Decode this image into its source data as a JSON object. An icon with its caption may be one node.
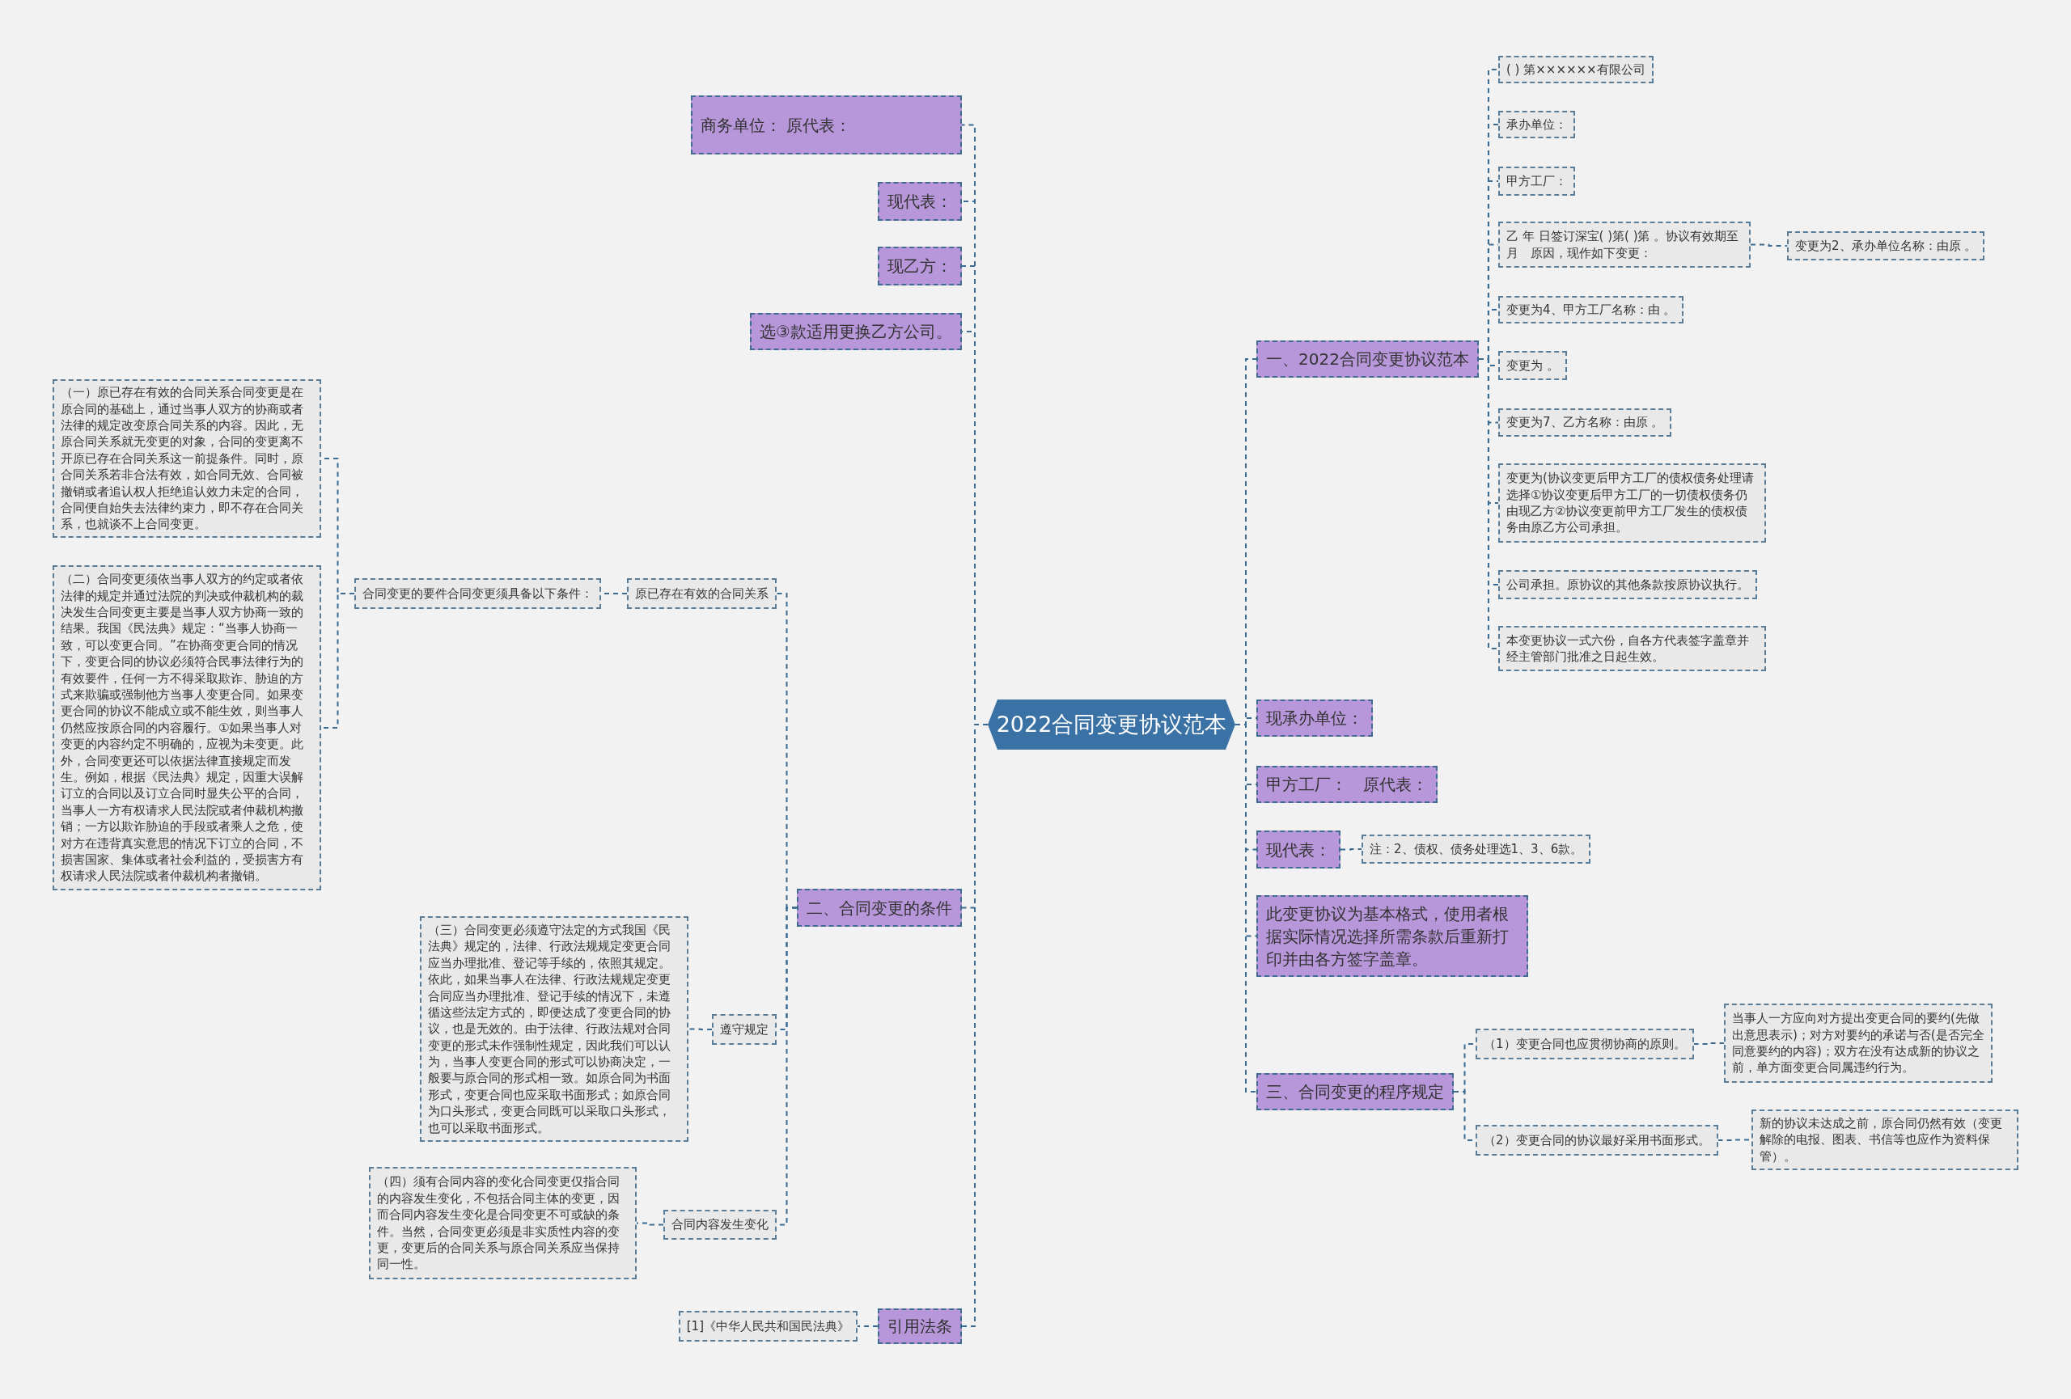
{
  "diagram": {
    "nodes": [
      {
        "text": [
          "2022合同变更协议范本"
        ]
      },
      {
        "text": [
          "商务单位： 原代表："
        ]
      },
      {
        "text": [
          "现代表："
        ]
      },
      {
        "text": [
          "现乙方："
        ]
      },
      {
        "text": [
          "选③款适用更换乙方公司。"
        ]
      },
      {
        "text": [
          "二、合同变更的条件"
        ]
      },
      {
        "text": [
          "原已存在有效的合同关系"
        ]
      },
      {
        "text": [
          "合同变更的要件合同变更须具备以下条件："
        ]
      },
      {
        "text": [
          "（一）原已存在有效的合同关系合同变更是在原合同的基础上，通过当事人双方的协商或者法律的规定改变原合同关系的内容。因此，无原合同关系就无变更的对象，合同的变更离不开原已存在合同关系这一前提条件。同时，原合同关系若非合法有效，如合同无效、合同被撤销或者追认权人拒绝追认效力未定的合同，合同便自始失去法律约束力，即不存在合同关系，也就谈不上合同变更。"
        ]
      },
      {
        "text": [
          "（二）合同变更须依当事人双方的约定或者依法律的规定并通过法院的判决或仲裁机构的裁决发生合同变更主要是当事人双方协商一致的结果。我国《民法典》规定：“当事人协商一致，可以变更合同。”在协商变更合同的情况下，变更合同的协议必须符合民事法律行为的有效要件，任何一方不得采取欺诈、胁迫的方式来欺骗或强制他方当事人变更合同。如果变更合同的协议不能成立或不能生效，则当事人仍然应按原合同的内容履行。①如果当事人对变更的内容约定不明确的，应视为未变更。此外，合同变更还可以依据法律直接规定而发生。例如，根据《民法典》规定，因重大误解订立的合同以及订立合同时显失公平的合同，当事人一方有权请求人民法院或者仲裁机构撤销；一方以欺诈胁迫的手段或者乘人之危，使对方在违背真实意思的情况下订立的合同，不损害国家、集体或者社会利益的，受损害方有权请求人民法院或者仲裁机构者撤销。"
        ]
      },
      {
        "text": [
          "遵守规定"
        ]
      },
      {
        "text": [
          "（三）合同变更必须遵守法定的方式我国《民法典》规定的，法律、行政法规规定变更合同应当办理批准、登记等手续的，依照其规定。依此，如果当事人在法律、行政法规规定变更合同应当办理批准、登记手续的情况下，未遵循这些法定方式的，即便达成了变更合同的协议，也是无效的。由于法律、行政法规对合同变更的形式未作强制性规定，因此我们可以认为，当事人变更合同的形式可以协商决定，一般要与原合同的形式相一致。如原合同为书面形式，变更合同也应采取书面形式；如原合同为口头形式，变更合同既可以采取口头形式，也可以采取书面形式。"
        ]
      },
      {
        "text": [
          "合同内容发生变化"
        ]
      },
      {
        "text": [
          "（四）须有合同内容的变化合同变更仅指合同的内容发生变化，不包括合同主体的变更，因而合同内容发生变化是合同变更不可或缺的条件。当然，合同变更必须是非实质性内容的变更，变更后的合同关系与原合同关系应当保持同一性。"
        ]
      },
      {
        "text": [
          "引用法条"
        ]
      },
      {
        "text": [
          "[1]《中华人民共和国民法典》"
        ]
      },
      {
        "text": [
          "一、2022合同变更协议范本"
        ]
      },
      {
        "text": [
          "( ) 第××××××有限公司"
        ]
      },
      {
        "text": [
          "承办单位："
        ]
      },
      {
        "text": [
          "甲方工厂："
        ]
      },
      {
        "text": [
          "乙 年 日签订深宝( )第( )第 。协议有效期至月　原因，现作如下变更："
        ]
      },
      {
        "text": [
          "变更为2、承办单位名称：由原 。"
        ]
      },
      {
        "text": [
          "变更为4、甲方工厂名称：由 。"
        ]
      },
      {
        "text": [
          "变更为 。"
        ]
      },
      {
        "text": [
          "变更为7、乙方名称：由原 。"
        ]
      },
      {
        "text": [
          "变更为(协议变更后甲方工厂的债权债务处理请选择①协议变更后甲方工厂的一切债权债务仍由现乙方②协议变更前甲方工厂发生的债权债务由原乙方公司承担。"
        ]
      },
      {
        "text": [
          "公司承担。原协议的其他条款按原协议执行。"
        ]
      },
      {
        "text": [
          "本变更协议一式六份，自各方代表签字盖章并经主管部门批准之日起生效。"
        ]
      },
      {
        "text": [
          "现承办单位："
        ]
      },
      {
        "text": [
          "甲方工厂：　原代表："
        ]
      },
      {
        "text": [
          "现代表："
        ]
      },
      {
        "text": [
          "注：2、债权、债务处理选1、3、6款。"
        ]
      },
      {
        "text": [
          "此变更协议为基本格式，使用者根据实际情况选择所需条款后重新打印并由各方签字盖章。"
        ]
      },
      {
        "text": [
          "三、合同变更的程序规定"
        ]
      },
      {
        "text": [
          "（1）变更合同也应贯彻协商的原则。"
        ]
      },
      {
        "text": [
          "当事人一方应向对方提出变更合同的要约(先做出意思表示)；对方对要约的承诺与否(是否完全同意要约的内容)；双方在没有达成新的协议之前，单方面变更合同属违约行为。"
        ]
      },
      {
        "text": [
          "（2）变更合同的协议最好采用书面形式。"
        ]
      },
      {
        "text": [
          "新的协议未达成之前，原合同仍然有效（变更解除的电报、图表、书信等也应作为资料保管）。"
        ]
      }
    ],
    "edges": [
      {
        "from": 0,
        "to": 1,
        "arrow": "none"
      },
      {
        "from": 0,
        "to": 2,
        "arrow": "none"
      },
      {
        "from": 0,
        "to": 3,
        "arrow": "none"
      },
      {
        "from": 0,
        "to": 4,
        "arrow": "none"
      },
      {
        "from": 0,
        "to": 5,
        "arrow": "none"
      },
      {
        "from": 5,
        "to": 6,
        "arrow": "none"
      },
      {
        "from": 6,
        "to": 7,
        "arrow": "none"
      },
      {
        "from": 7,
        "to": 8,
        "arrow": "none"
      },
      {
        "from": 7,
        "to": 9,
        "arrow": "none"
      },
      {
        "from": 5,
        "to": 10,
        "arrow": "none"
      },
      {
        "from": 10,
        "to": 11,
        "arrow": "none"
      },
      {
        "from": 5,
        "to": 12,
        "arrow": "none"
      },
      {
        "from": 12,
        "to": 13,
        "arrow": "none"
      },
      {
        "from": 0,
        "to": 14,
        "arrow": "none"
      },
      {
        "from": 14,
        "to": 15,
        "arrow": "none"
      },
      {
        "from": 0,
        "to": 16,
        "arrow": "none"
      },
      {
        "from": 16,
        "to": 17,
        "arrow": "none"
      },
      {
        "from": 16,
        "to": 18,
        "arrow": "none"
      },
      {
        "from": 16,
        "to": 19,
        "arrow": "none"
      },
      {
        "from": 16,
        "to": 20,
        "arrow": "none"
      },
      {
        "from": 20,
        "to": 21,
        "arrow": "none"
      },
      {
        "from": 16,
        "to": 22,
        "arrow": "none"
      },
      {
        "from": 16,
        "to": 23,
        "arrow": "none"
      },
      {
        "from": 16,
        "to": 24,
        "arrow": "none"
      },
      {
        "from": 16,
        "to": 25,
        "arrow": "none"
      },
      {
        "from": 16,
        "to": 26,
        "arrow": "none"
      },
      {
        "from": 16,
        "to": 27,
        "arrow": "none"
      },
      {
        "from": 0,
        "to": 28,
        "arrow": "none"
      },
      {
        "from": 0,
        "to": 29,
        "arrow": "none"
      },
      {
        "from": 0,
        "to": 30,
        "arrow": "none"
      },
      {
        "from": 30,
        "to": 31,
        "arrow": "none"
      },
      {
        "from": 0,
        "to": 32,
        "arrow": "none"
      },
      {
        "from": 0,
        "to": 33,
        "arrow": "none"
      },
      {
        "from": 33,
        "to": 34,
        "arrow": "none"
      },
      {
        "from": 34,
        "to": 35,
        "arrow": "none"
      },
      {
        "from": 33,
        "to": 36,
        "arrow": "none"
      },
      {
        "from": 36,
        "to": 37,
        "arrow": "none"
      }
    ]
  }
}
